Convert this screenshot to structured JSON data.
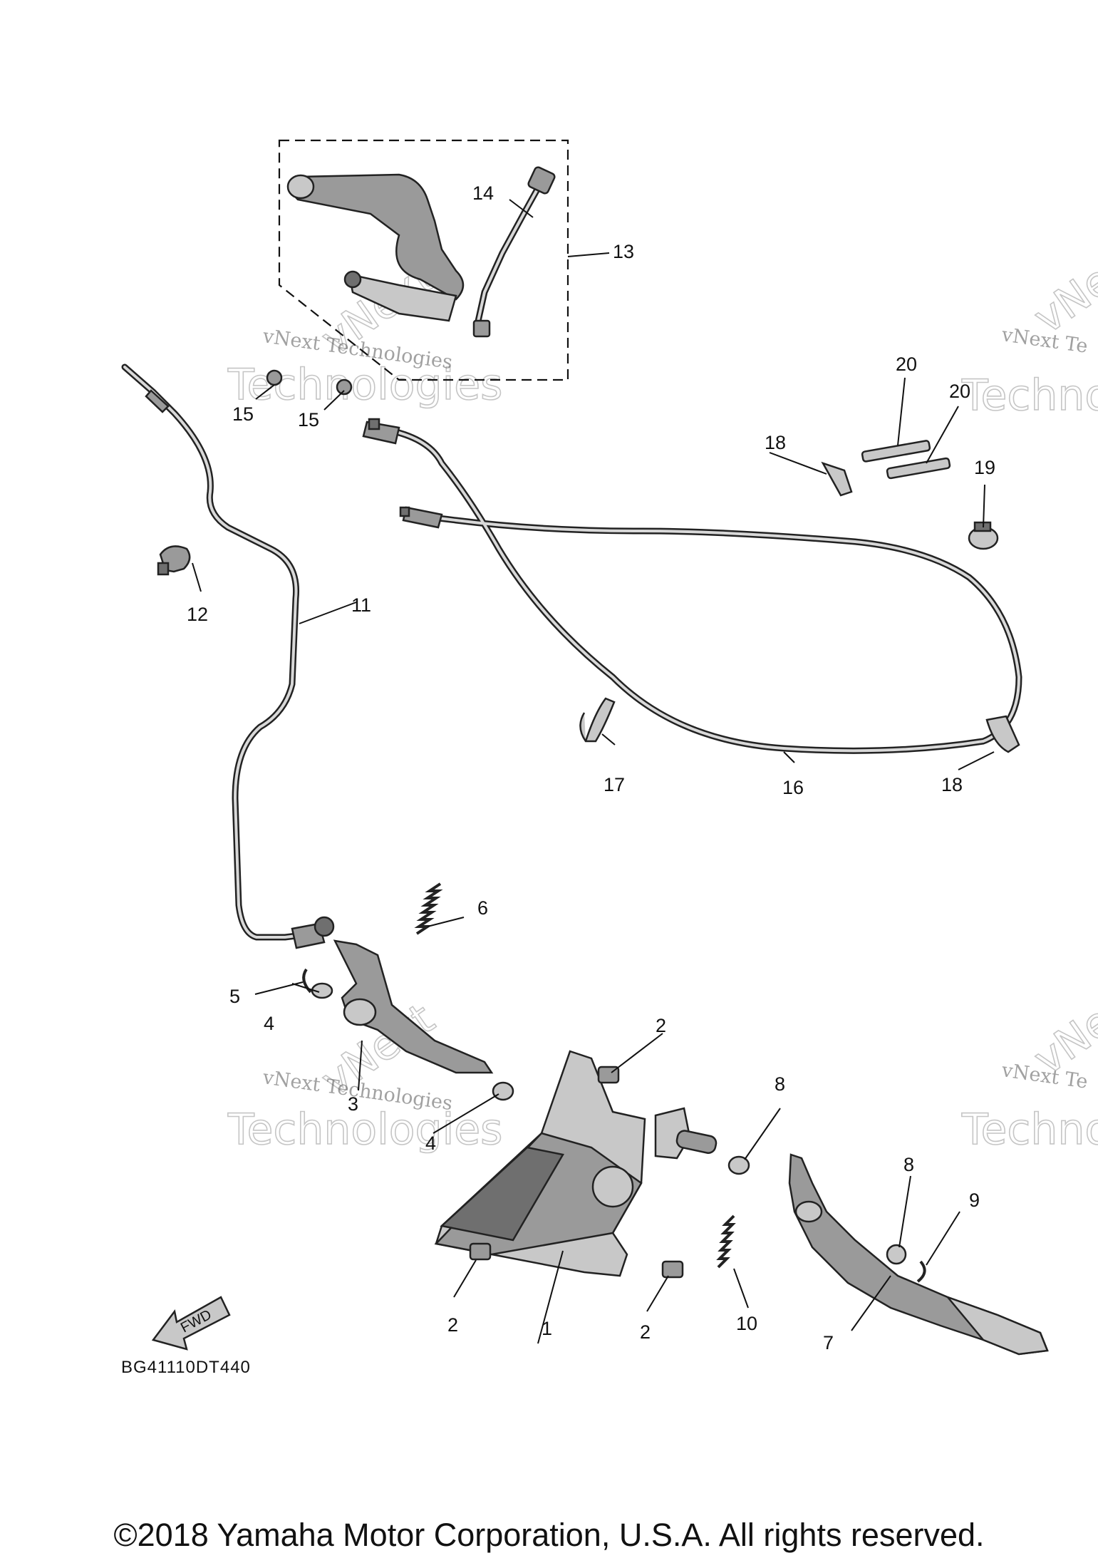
{
  "callouts": [
    "1",
    "2",
    "2",
    "2",
    "3",
    "4",
    "4",
    "5",
    "6",
    "7",
    "8",
    "8",
    "9",
    "10",
    "11",
    "12",
    "13",
    "14",
    "15",
    "15",
    "16",
    "17",
    "18",
    "18",
    "19",
    "20",
    "20"
  ],
  "watermark": {
    "line1": "vNext Technologies",
    "line2": "Technologies",
    "line3": "vNext",
    "line4": "vNext Te",
    "line5": "Techno"
  },
  "fwd_label": "FWD",
  "reference_code": "BG41110DT440",
  "copyright": "©2018 Yamaha Motor Corporation, U.S.A. All rights reserved."
}
